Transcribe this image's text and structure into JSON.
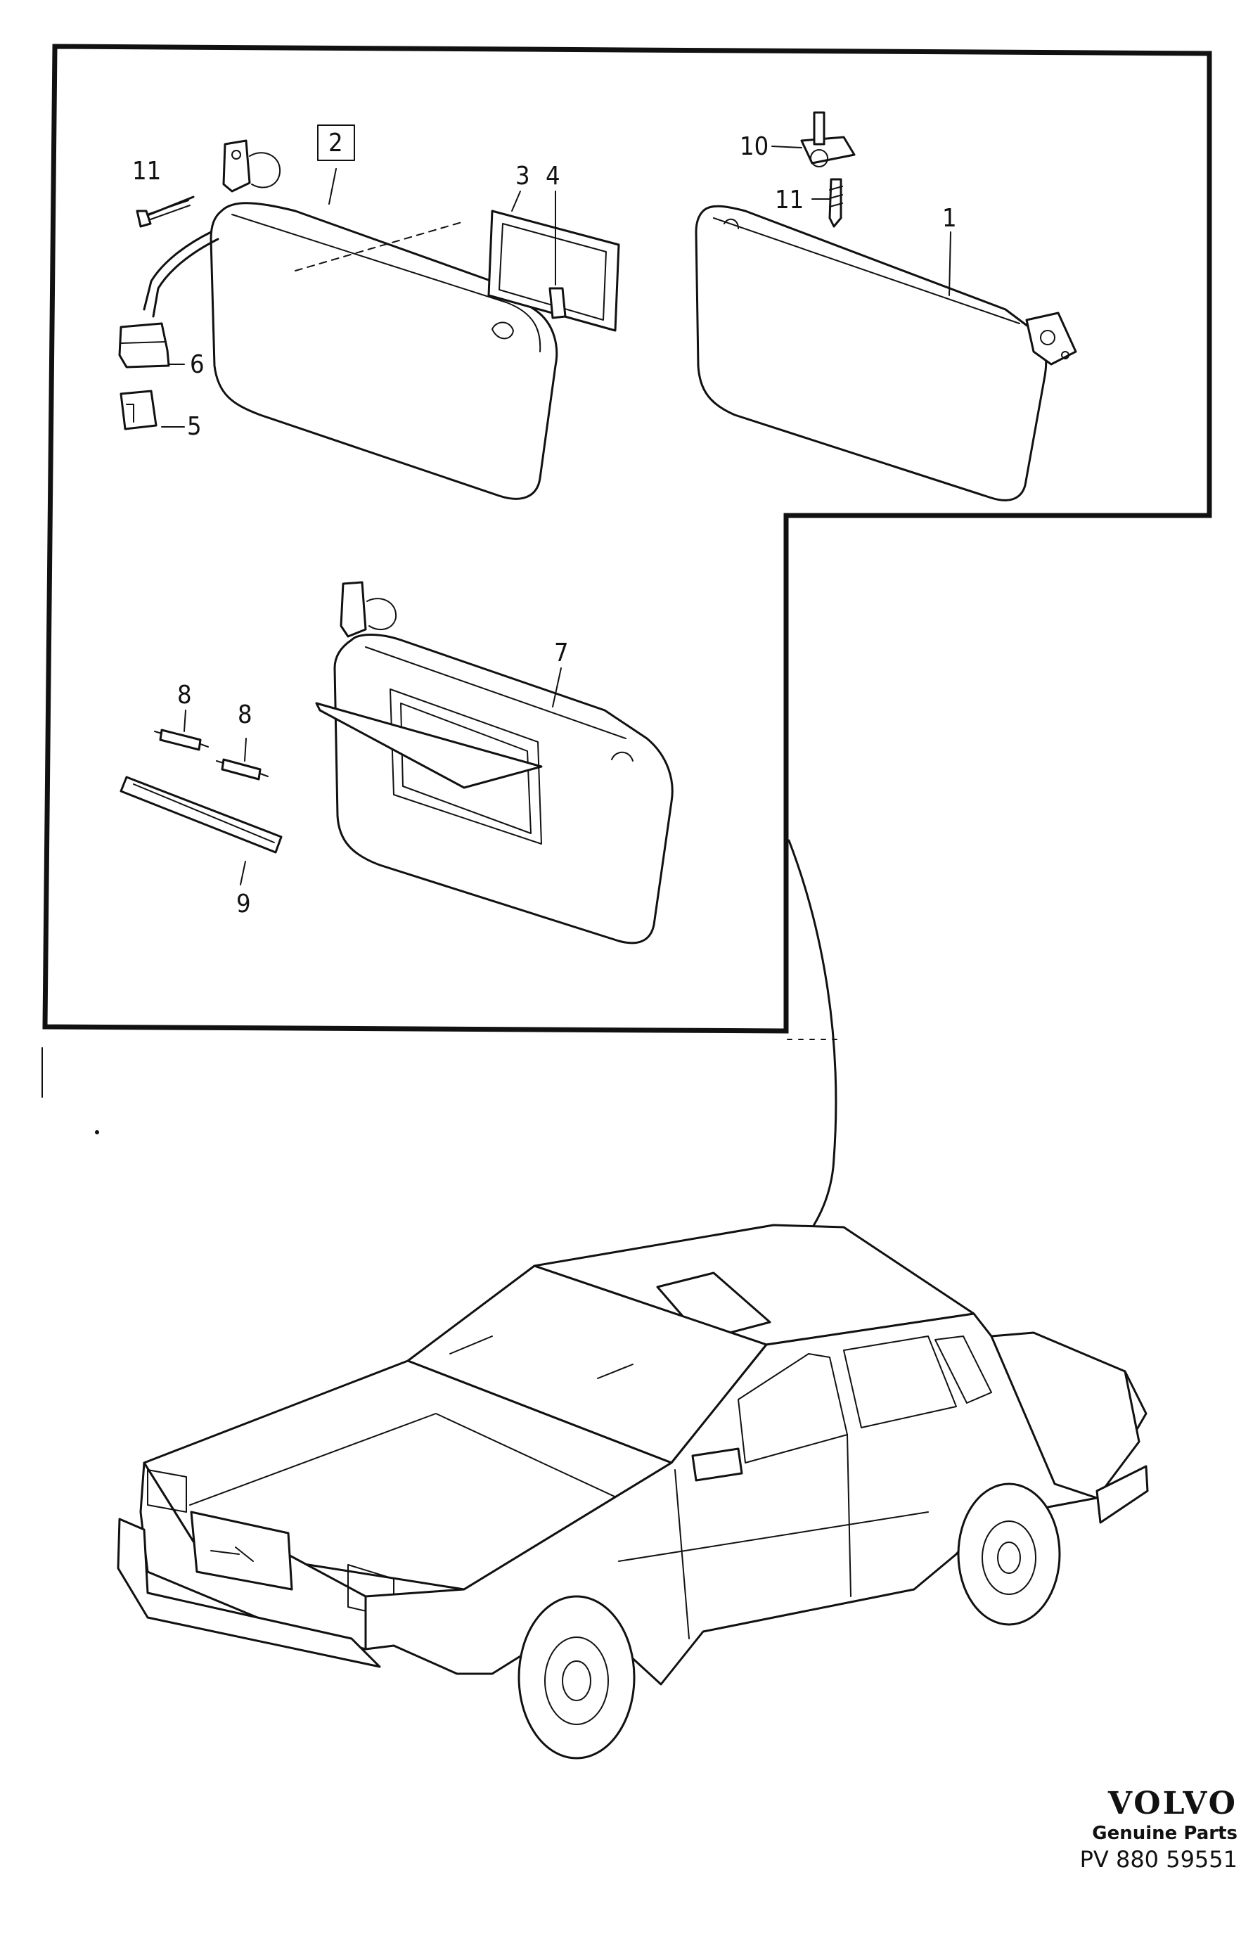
{
  "diagram": {
    "part_labels": {
      "p1": "1",
      "p2": "2",
      "p3": "3",
      "p4": "4",
      "p5": "5",
      "p6": "6",
      "p7": "7",
      "p8a": "8",
      "p8b": "8",
      "p9": "9",
      "p10": "10",
      "p11a": "11",
      "p11b": "11"
    }
  },
  "brand": {
    "name": "VOLVO",
    "subtitle": "Genuine Parts",
    "code": "PV 880 59551"
  }
}
